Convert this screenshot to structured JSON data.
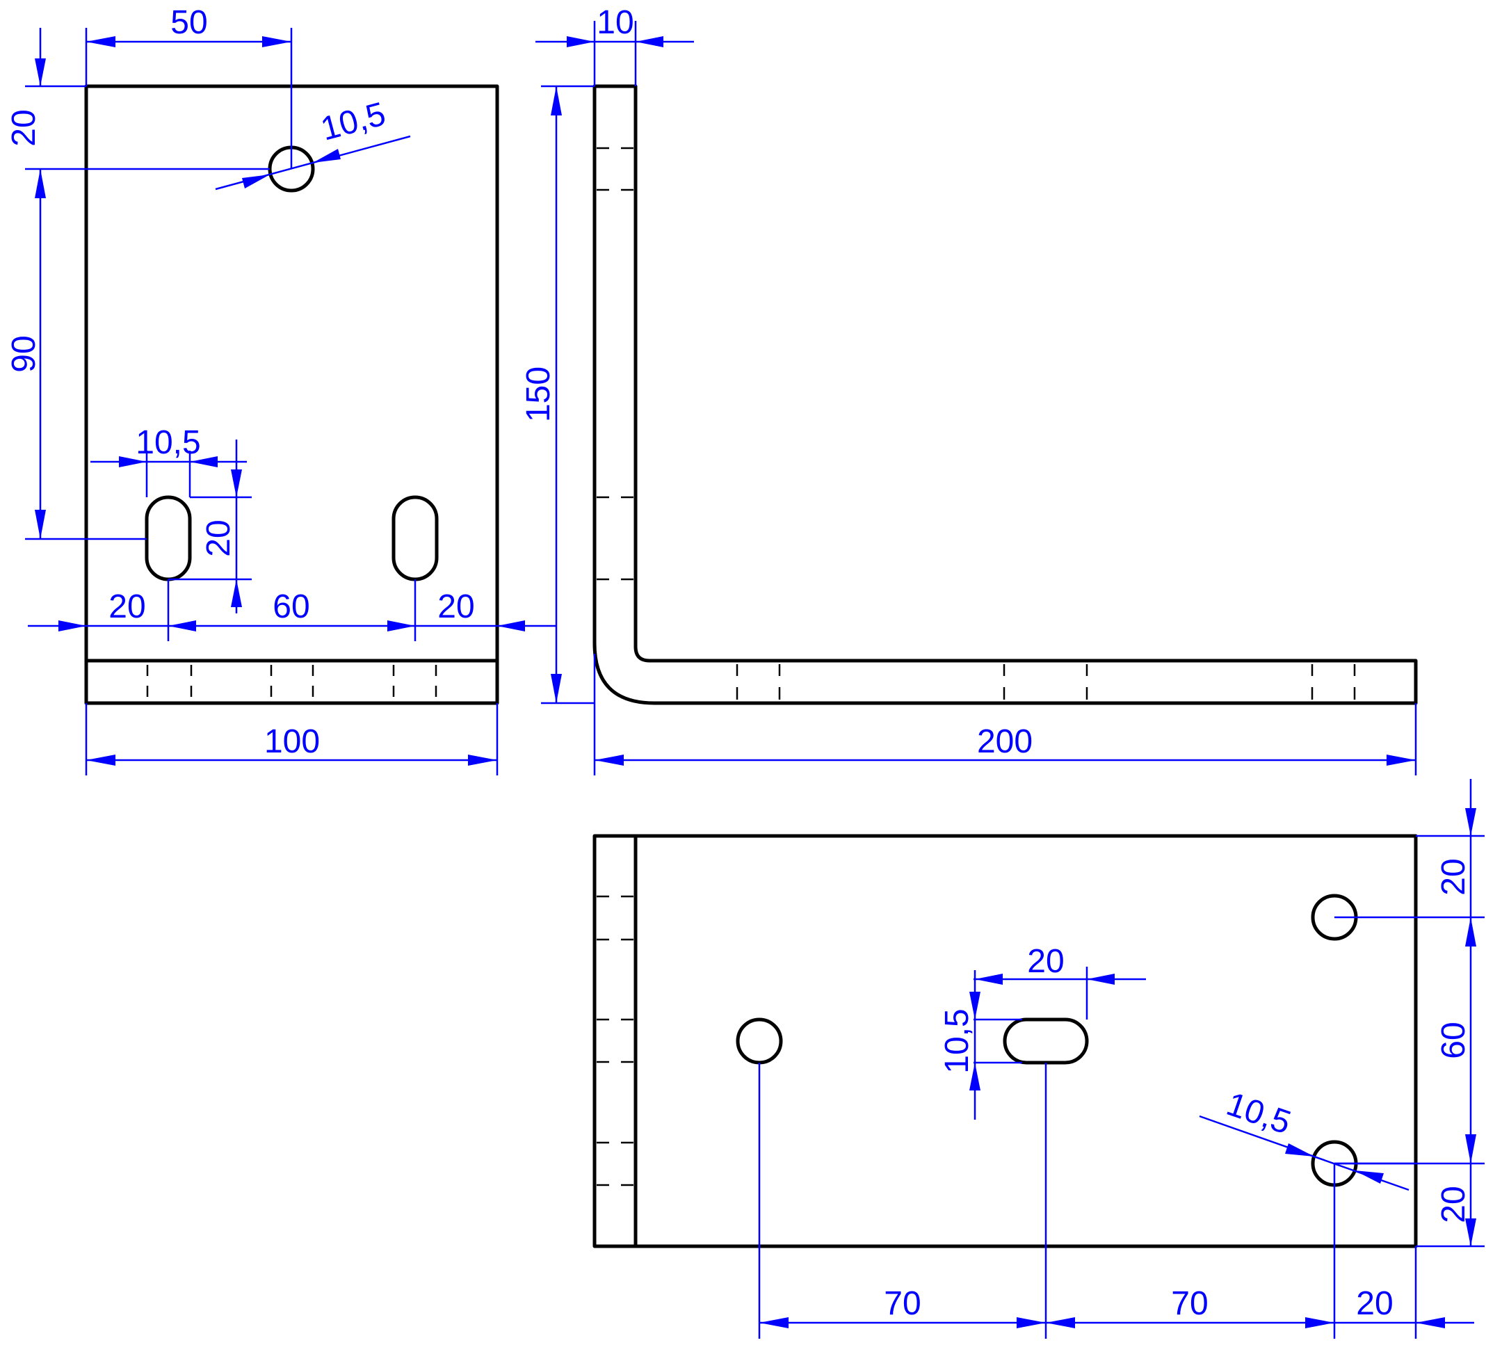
{
  "colors": {
    "object_line": "#000000",
    "dimension_line": "#0000ff",
    "background": "#ffffff"
  },
  "views": {
    "front": {
      "width": "100",
      "top_hole_x": "50",
      "top_hole_y": "20",
      "top_hole_diameter": "10,5",
      "slot_center_spacing": "90",
      "slot_width": "10,5",
      "slot_length": "20",
      "slot_edge_left": "20",
      "slot_spacing": "60",
      "slot_edge_right": "20"
    },
    "side": {
      "thickness": "10",
      "height": "150",
      "length": "200"
    },
    "bottom": {
      "hole_edge_top": "20",
      "hole_spacing_vertical": "60",
      "hole_edge_bottom": "20",
      "slot_length": "20",
      "slot_width": "10,5",
      "hole_diameter": "10,5",
      "spacing_left": "70",
      "spacing_mid": "70",
      "edge_right": "20"
    }
  }
}
